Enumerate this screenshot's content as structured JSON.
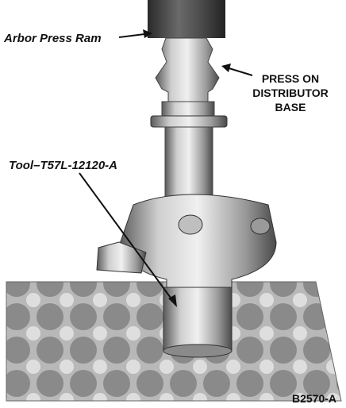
{
  "labels": {
    "arbor_press_ram": "Arbor Press Ram",
    "press_on_base": [
      "PRESS ON",
      "DISTRIBUTOR",
      "BASE"
    ],
    "tool": "Tool–T57L-12120-A",
    "figure_number": "B2570-A"
  },
  "colors": {
    "metal_dark": "#3a3a3a",
    "metal_mid": "#8c8c8c",
    "metal_light": "#dcdcdc",
    "table_pattern": "#9a9a9a",
    "ink": "#111111"
  }
}
